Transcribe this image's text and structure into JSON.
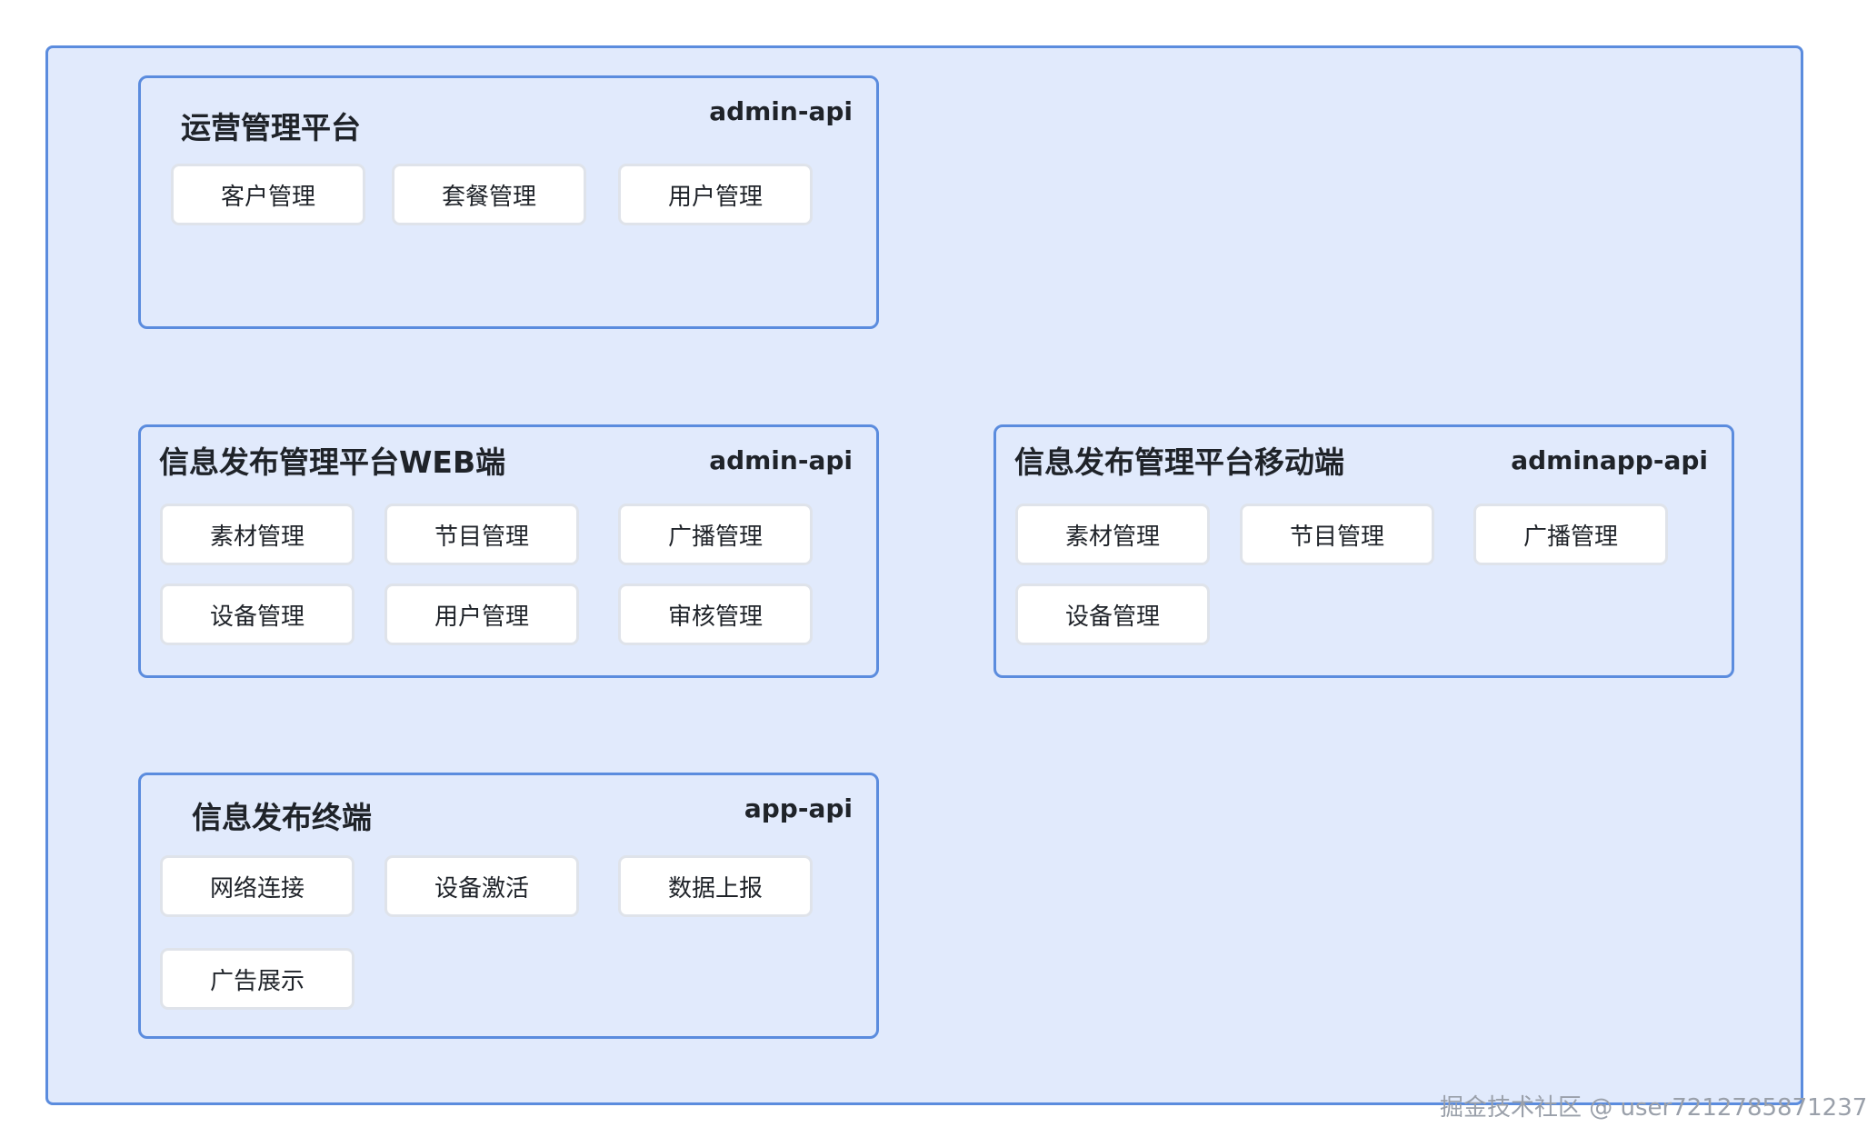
{
  "panels": [
    {
      "title": "运营管理平台",
      "api": "admin-api",
      "items": [
        "客户管理",
        "套餐管理",
        "用户管理"
      ]
    },
    {
      "title": "信息发布管理平台WEB端",
      "api": "admin-api",
      "items": [
        "素材管理",
        "节目管理",
        "广播管理",
        "设备管理",
        "用户管理",
        "审核管理"
      ]
    },
    {
      "title": "信息发布管理平台移动端",
      "api": "adminapp-api",
      "items": [
        "素材管理",
        "节目管理",
        "广播管理",
        "设备管理"
      ]
    },
    {
      "title": "信息发布终端",
      "api": "app-api",
      "items": [
        "网络连接",
        "设备激活",
        "数据上报",
        "广告展示"
      ]
    }
  ],
  "watermark": "掘金技术社区 @ user7212785871237",
  "colors": {
    "background": "#e1eafc",
    "border": "#5b8cde",
    "chip_border": "#dfe3ea",
    "text": "#1f2329"
  }
}
